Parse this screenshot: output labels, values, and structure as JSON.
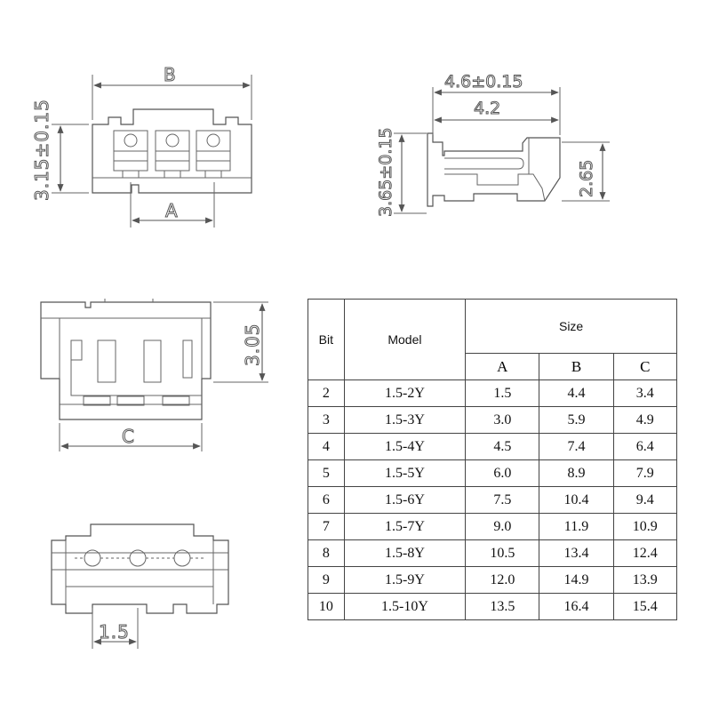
{
  "dimensions": {
    "top_view_width": "B",
    "top_view_height": "3.15±0.15",
    "top_view_pitch": "A",
    "side_view_total": "4.6±0.15",
    "side_view_inner": "4.2",
    "side_view_height": "3.65±0.15",
    "side_view_inner_height": "2.65",
    "front_view_height": "3.05",
    "front_view_width": "C",
    "bottom_view_pitch": "1.5"
  },
  "table": {
    "headers": {
      "bit": "Bit",
      "model": "Model",
      "size": "Size",
      "a": "A",
      "b": "B",
      "c": "C"
    },
    "rows": [
      {
        "bit": "2",
        "model": "1.5-2Y",
        "a": "1.5",
        "b": "4.4",
        "c": "3.4"
      },
      {
        "bit": "3",
        "model": "1.5-3Y",
        "a": "3.0",
        "b": "5.9",
        "c": "4.9"
      },
      {
        "bit": "4",
        "model": "1.5-4Y",
        "a": "4.5",
        "b": "7.4",
        "c": "6.4"
      },
      {
        "bit": "5",
        "model": "1.5-5Y",
        "a": "6.0",
        "b": "8.9",
        "c": "7.9"
      },
      {
        "bit": "6",
        "model": "1.5-6Y",
        "a": "7.5",
        "b": "10.4",
        "c": "9.4"
      },
      {
        "bit": "7",
        "model": "1.5-7Y",
        "a": "9.0",
        "b": "11.9",
        "c": "10.9"
      },
      {
        "bit": "8",
        "model": "1.5-8Y",
        "a": "10.5",
        "b": "13.4",
        "c": "12.4"
      },
      {
        "bit": "9",
        "model": "1.5-9Y",
        "a": "12.0",
        "b": "14.9",
        "c": "13.9"
      },
      {
        "bit": "10",
        "model": "1.5-10Y",
        "a": "13.5",
        "b": "16.4",
        "c": "15.4"
      }
    ]
  }
}
